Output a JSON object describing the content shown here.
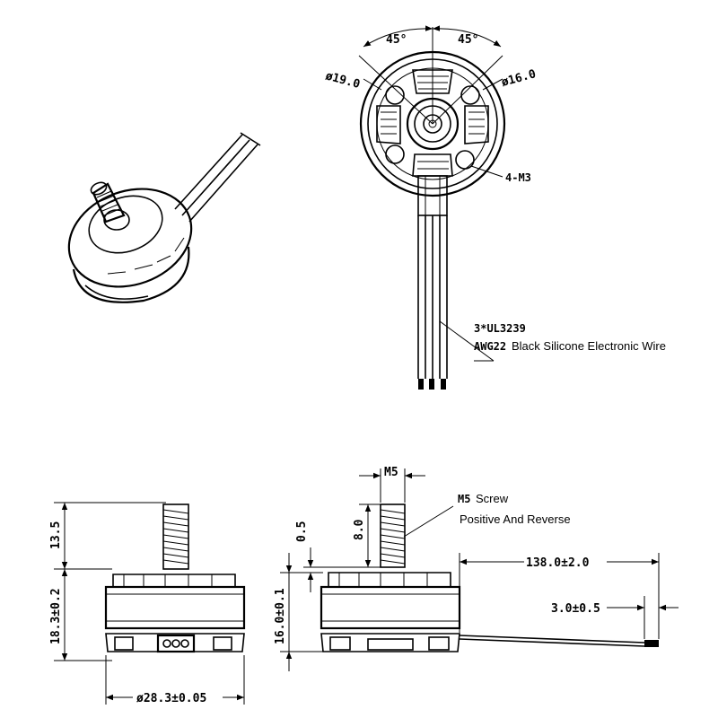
{
  "top_view": {
    "angle_left": "45°",
    "angle_right": "45°",
    "dia_outer": "ø19.0",
    "dia_inner": "ø16.0",
    "holes": "4-M3"
  },
  "wire": {
    "line1": "3*UL3239",
    "line2_code": "AWG22",
    "line2_text": "Black Silicone Electronic Wire"
  },
  "front_view": {
    "shaft_len": "13.5",
    "body_height": "18.3±0.2",
    "diameter": "ø28.3±0.05"
  },
  "side_view": {
    "thread": "M5",
    "screw_title_code": "M5",
    "screw_title_text": "Screw",
    "screw_subtitle": "Positive And Reverse",
    "thread_len": "8.0",
    "gap": "0.5",
    "body_height": "16.0±0.1",
    "wire_len": "138.0±2.0",
    "strip_len": "3.0±0.5"
  }
}
